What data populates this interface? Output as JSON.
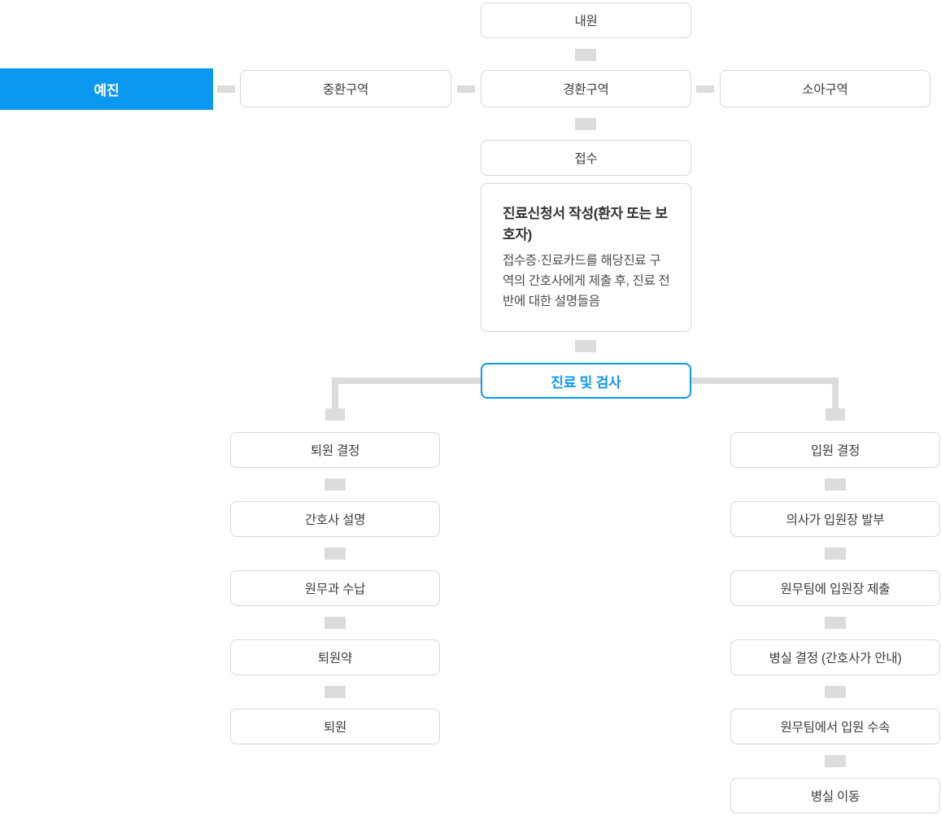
{
  "colors": {
    "accent_blue": "#0b98f1",
    "box_border": "#d8d8d8",
    "connector_gray": "#dcdcdc",
    "text_dark": "#3c3c3c"
  },
  "flow": {
    "visit": "내원",
    "triage_row": {
      "pre_exam": "예진",
      "severe_zone": "중환구역",
      "mild_zone": "경환구역",
      "pediatric_zone": "소아구역"
    },
    "reception": "접수",
    "application_note": {
      "title": "진료신청서 작성(환자 또는 보호자)",
      "body": "접수증·진료카드를 해당진료 구역의 간호사에게 제출 후, 진료 전반에 대한 설명들음"
    },
    "exam": "진료 및 검사",
    "discharge_branch": [
      "퇴원 결정",
      "간호사 설명",
      "원무과 수납",
      "퇴원약",
      "퇴원"
    ],
    "admission_branch": [
      "입원 결정",
      "의사가 입원장 발부",
      "원무팀에 입원장 제출",
      "병실 결정 (간호사가 안내)",
      "원무팀에서 입원 수속",
      "병실 이동"
    ]
  }
}
